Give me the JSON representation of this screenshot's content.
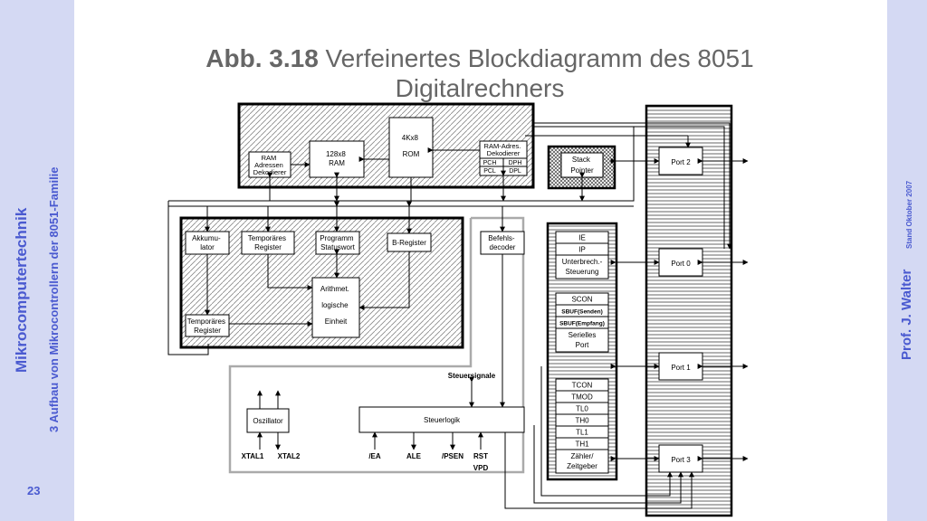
{
  "sidebar_left": {
    "course": "Mikrocomputertechnik",
    "chapter": "3 Aufbau von Mikrocontrollern der 8051-Familie",
    "page_number": "23"
  },
  "sidebar_right": {
    "author": "Prof. J. Walter",
    "date": "Stand Oktober 2007"
  },
  "title": {
    "prefix": "Abb. 3.18",
    "main": "Verfeinertes Blockdiagramm des 8051",
    "line2": "Digitalrechners"
  },
  "diagram": {
    "ram_decoder": [
      "RAM",
      "Adressen",
      "Dekodierer"
    ],
    "ram": [
      "128x8",
      "RAM"
    ],
    "rom": [
      "4Kx8",
      "ROM"
    ],
    "ram_addr_decoder": [
      "RAM-Adres.",
      "Dekodierer"
    ],
    "pch": "PCH",
    "dph": "DPH",
    "pcl": "PCL",
    "dpl": "DPL",
    "stack_pointer": [
      "Stack",
      "Pointer"
    ],
    "accumulator": [
      "Akkumu-",
      "lator"
    ],
    "temp_register_top": [
      "Temporäres",
      "Register"
    ],
    "program_status_word": [
      "Programm",
      "Statuswort"
    ],
    "b_register": "B-Register",
    "command_decoder": [
      "Befehls-",
      "decoder"
    ],
    "alu": [
      "Arithmet.",
      "logische",
      "Einheit"
    ],
    "temp_register_bottom": [
      "Temporäres",
      "Register"
    ],
    "sfr_list": [
      "IE",
      "IP",
      "Unterbrech.-",
      "Steuerung",
      "SCON",
      "SBUF(Senden)",
      "SBUF(Empfang)",
      "Serielles",
      "Port",
      "TCON",
      "TMOD",
      "TL0",
      "TH0",
      "TL1",
      "TH1",
      "Zähler/",
      "Zeitgeber"
    ],
    "port2": "Port 2",
    "port0": "Port 0",
    "port1": "Port 1",
    "port3": "Port 3",
    "control_signals": "Steuersignale",
    "oscillator": "Oszillator",
    "control_logic": "Steuerlogik",
    "xtal1": "XTAL1",
    "xtal2": "XTAL2",
    "ea": "/EA",
    "ale": "ALE",
    "psen": "/PSEN",
    "rst": "RST",
    "vpd": "VPD"
  }
}
